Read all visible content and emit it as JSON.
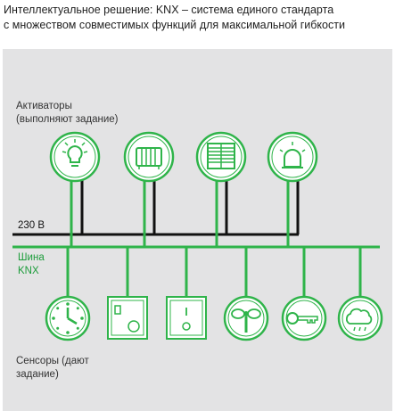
{
  "heading": {
    "line1": "Интеллектуальное решение: KNX – система единого стандарта",
    "line2": "с множеством совместимых функций для максимальной гибкости"
  },
  "labels": {
    "actuators_line1": "Активаторы",
    "actuators_line2": "(выполняют задание)",
    "voltage": "230 В",
    "bus_line1": "Шина",
    "bus_line2": "KNX",
    "sensors_line1": "Сенсоры (дают",
    "sensors_line2": "задание)"
  },
  "actuators": [
    {
      "icon": "lightbulb-icon"
    },
    {
      "icon": "radiator-icon"
    },
    {
      "icon": "blinds-icon"
    },
    {
      "icon": "alarm-light-icon"
    }
  ],
  "sensors": [
    {
      "icon": "clock-icon"
    },
    {
      "icon": "thermostat-icon"
    },
    {
      "icon": "switch-icon"
    },
    {
      "icon": "wind-sensor-icon"
    },
    {
      "icon": "key-icon"
    },
    {
      "icon": "weather-sensor-icon"
    }
  ],
  "colors": {
    "green": "#2fb44a",
    "panel": "#e3e3e4",
    "black": "#111111",
    "box": "#ffffff"
  }
}
